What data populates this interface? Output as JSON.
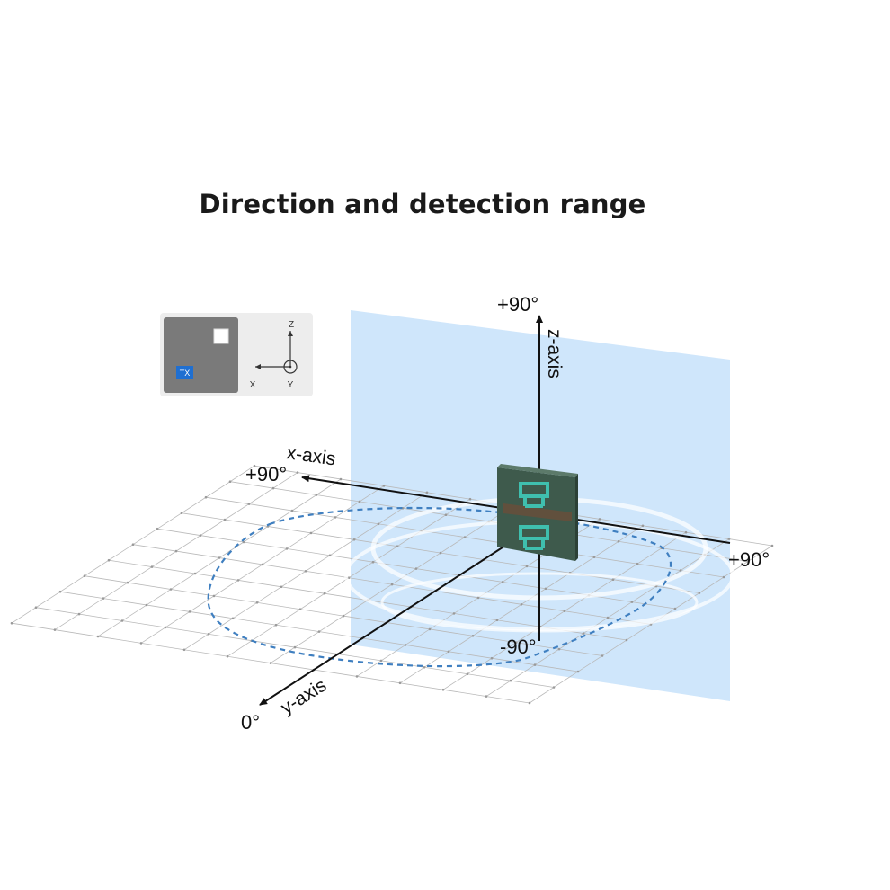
{
  "title": "Direction and detection range",
  "axes": {
    "z_axis_label": "z-axis",
    "x_axis_label": "x-axis",
    "y_axis_label": "y-axis",
    "z_top_angle": "+90°",
    "z_bottom_angle": "-90°",
    "x_left_angle": "+90°",
    "x_right_angle": "+90°",
    "y_angle": "0°"
  },
  "inset": {
    "chip_label": "TX",
    "axis_z": "Z",
    "axis_x": "X",
    "axis_y": "Y"
  },
  "colors": {
    "plane": "#cfe6fb",
    "dashed_range": "#3f7fc0",
    "sensor_board": "#3e5a4c",
    "antenna": "#3fbfae",
    "tx_chip": "#1f6fd1"
  }
}
